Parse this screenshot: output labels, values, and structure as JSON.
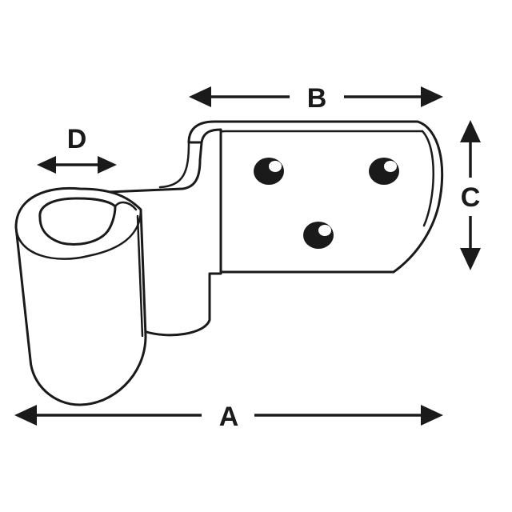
{
  "dimensions": {
    "a": "A",
    "b": "B",
    "c": "C",
    "d": "D"
  },
  "colors": {
    "line": "#1a1a1a",
    "fill": "#ffffff"
  }
}
